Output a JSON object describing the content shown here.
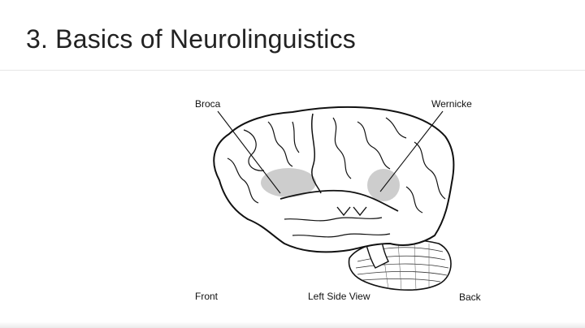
{
  "slide": {
    "title": "3. Basics of Neurolinguistics"
  },
  "diagram": {
    "labels": {
      "broca": "Broca",
      "wernicke": "Wernicke",
      "front": "Front",
      "view": "Left Side View",
      "back": "Back"
    },
    "highlight_color": "#c8c8c8",
    "outline_color": "#111111"
  }
}
